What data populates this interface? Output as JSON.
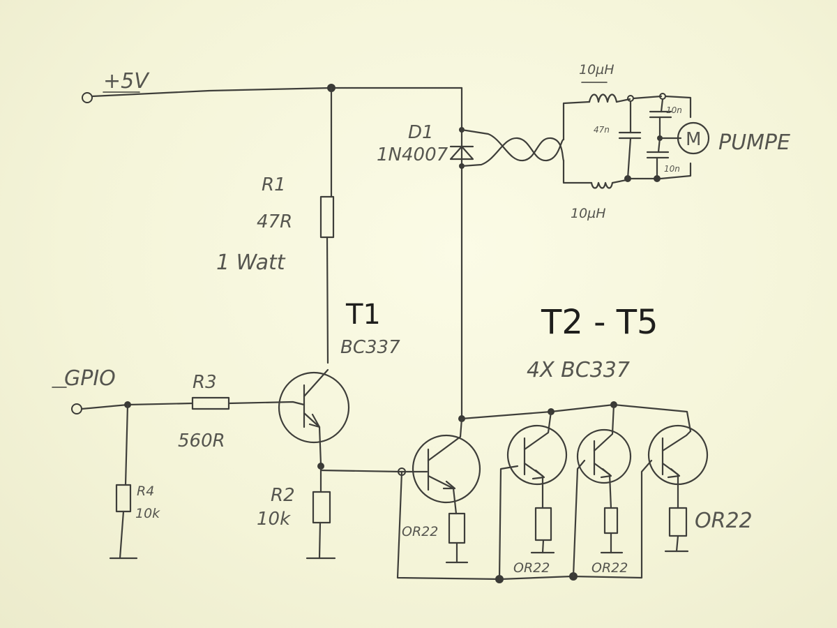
{
  "labels": {
    "supply": "+5V",
    "gpio": "GPIO",
    "r1_name": "R1",
    "r1_value": "47R",
    "r1_power": "1 Watt",
    "r2_name": "R2",
    "r2_value": "10k",
    "r3_name": "R3",
    "r3_value": "560R",
    "r4_name": "R4",
    "r4_value": "10k",
    "t1_name": "T1",
    "t1_type": "BC337",
    "t2t5_name": "T2 - T5",
    "t2t5_type": "4X BC337",
    "d1_name": "D1",
    "d1_type": "1N4007",
    "emitter_res_1": "OR22",
    "emitter_res_2": "OR22",
    "emitter_res_3": "OR22",
    "emitter_res_4": "OR22",
    "inductor_top": "10µH",
    "inductor_bottom": "10µH",
    "cap_filter": "47n",
    "cap_top": "10n",
    "cap_bottom": "10n",
    "motor_symbol": "M",
    "motor_label": "PUMPE"
  }
}
